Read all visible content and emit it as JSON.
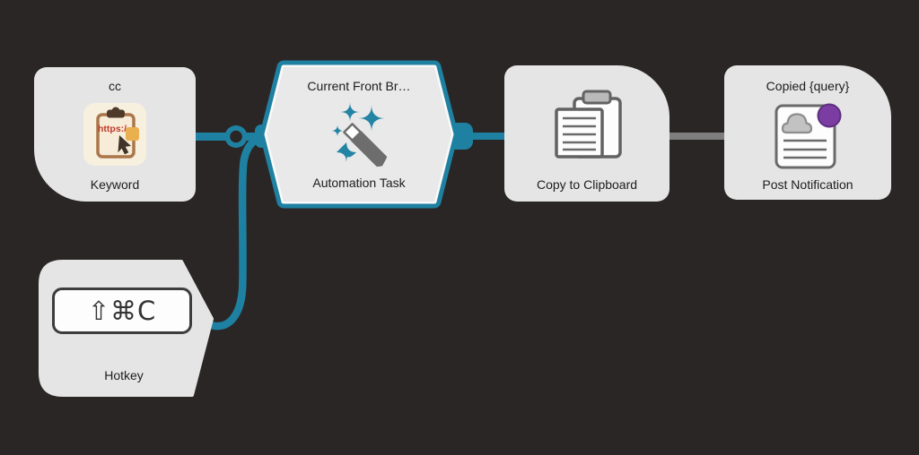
{
  "workflow": {
    "background_color": "#2b2626",
    "colors": {
      "accent_teal": "#1f81a1",
      "connector_inactive_gray": "#7e7e7e",
      "node_fill": "#e6e5e5",
      "selected_node_fill": "#e9e9e9",
      "notification_badge_purple": "#7c3da3"
    },
    "nodes": {
      "keyword": {
        "title": "cc",
        "label": "Keyword",
        "icon": "clipboard-url-icon",
        "icon_badge_text": "https:/"
      },
      "automation_task": {
        "title": "Current Front Br…",
        "label": "Automation Task",
        "icon": "magic-wand-icon",
        "selected": true
      },
      "copy_to_clipboard": {
        "label": "Copy to Clipboard",
        "icon": "copy-clipboard-icon"
      },
      "post_notification": {
        "title": "Copied {query}",
        "label": "Post Notification",
        "icon": "notification-card-icon"
      },
      "hotkey": {
        "label": "Hotkey",
        "shortcut": "⇧⌘C",
        "icon": "keycap-shortcut"
      }
    }
  }
}
